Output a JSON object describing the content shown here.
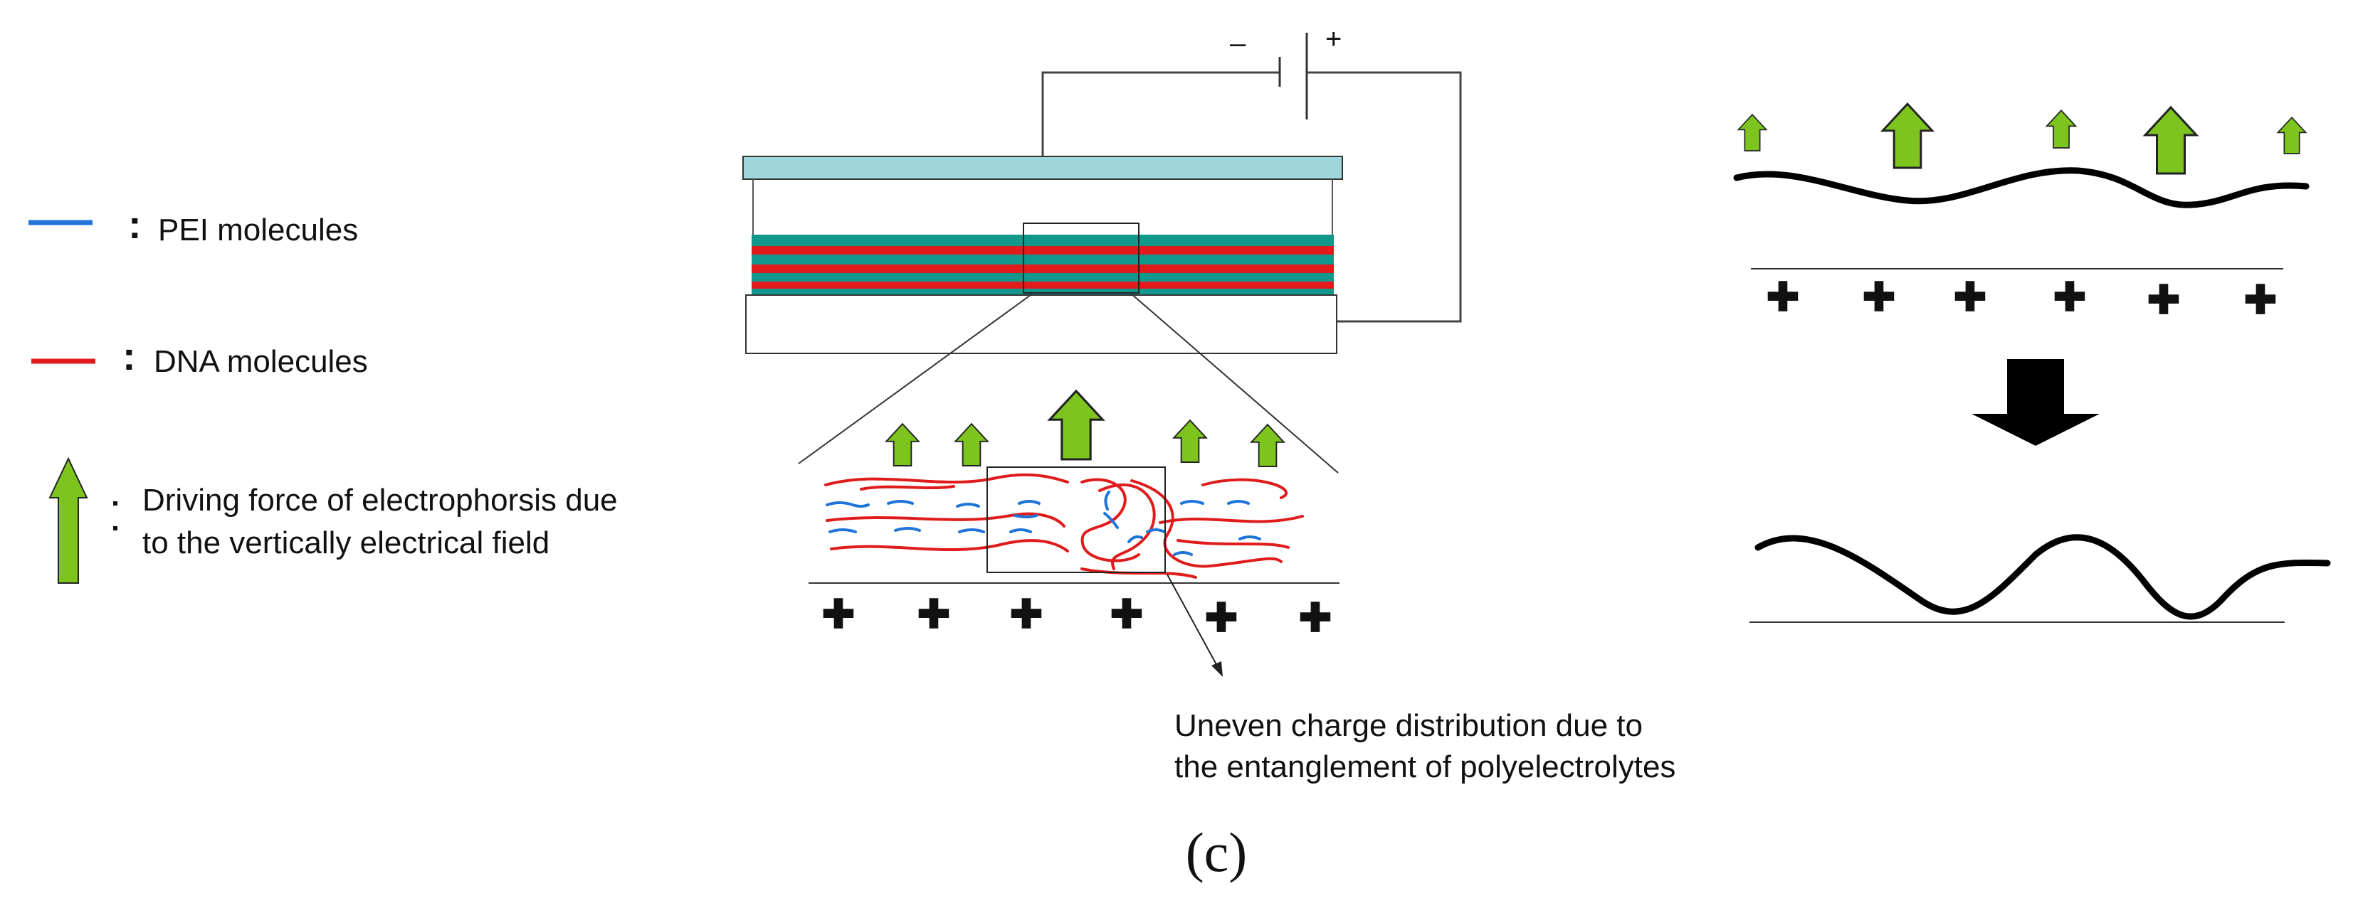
{
  "legend": {
    "items": [
      {
        "color": "#1f74d8",
        "colon": ":",
        "text": "PEI molecules"
      },
      {
        "color": "#e01b1b",
        "colon": ":",
        "text": "DNA molecules"
      }
    ],
    "arrow_item": {
      "line1": "Driving force of electrophorsis due",
      "line2": "to the vertically electrical field"
    }
  },
  "battery": {
    "minus": "–",
    "plus": "+"
  },
  "colors": {
    "pei": "#1f74d8",
    "dna": "#e01b1b",
    "arrow_fill": "#7dc41e",
    "electrode_top": "#9fd6dc",
    "layer_teal": "#12978c",
    "layer_red": "#e01b1b"
  },
  "plus_glyph": "✚",
  "annotation": {
    "line1": "Uneven charge distribution due to",
    "line2": "the entanglement of polyelectrolytes"
  },
  "caption": "(c)"
}
